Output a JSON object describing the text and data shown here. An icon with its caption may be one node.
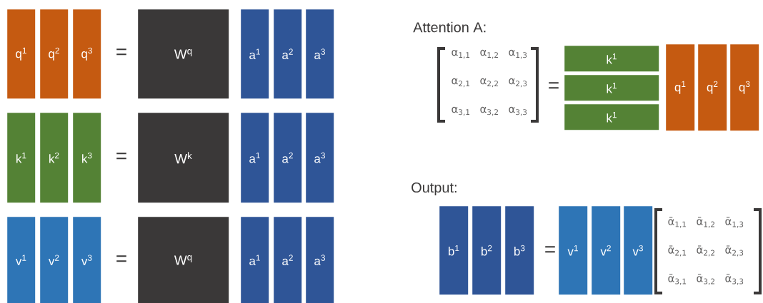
{
  "diagram": {
    "nodes": [
      {
        "text": [
          "q$^{1}$"
        ]
      },
      {
        "text": [
          "q$^{2}$"
        ]
      },
      {
        "text": [
          "q$^{3}$"
        ]
      },
      {
        "text": [
          "W$^{q}$"
        ]
      },
      {
        "text": [
          "a$^{1}$"
        ]
      },
      {
        "text": [
          "a$^{2}$"
        ]
      },
      {
        "text": [
          "a$^{3}$"
        ]
      },
      {
        "text": [
          "k$^{1}$"
        ]
      },
      {
        "text": [
          "k$^{2}$"
        ]
      },
      {
        "text": [
          "k$^{3}$"
        ]
      },
      {
        "text": [
          "W$^{k}$"
        ]
      },
      {
        "text": [
          "a$^{1}$"
        ]
      },
      {
        "text": [
          "a$^{2}$"
        ]
      },
      {
        "text": [
          "a$^{3}$"
        ]
      },
      {
        "text": [
          "v$^{1}$"
        ]
      },
      {
        "text": [
          "v$^{2}$"
        ]
      },
      {
        "text": [
          "v$^{3}$"
        ]
      },
      {
        "text": [
          "W$^{q}$"
        ]
      },
      {
        "text": [
          "a$^{1}$"
        ]
      },
      {
        "text": [
          "a$^{2}$"
        ]
      },
      {
        "text": [
          "a$^{3}$"
        ]
      },
      {
        "text": [
          "k$^{1}$"
        ]
      },
      {
        "text": [
          "k$^{1}$"
        ]
      },
      {
        "text": [
          "k$^{1}$"
        ]
      },
      {
        "text": [
          "q$^{1}$"
        ]
      },
      {
        "text": [
          "q$^{2}$"
        ]
      },
      {
        "text": [
          "q$^{3}$"
        ]
      },
      {
        "text": [
          "b$^{1}$"
        ]
      },
      {
        "text": [
          "b$^{2}$"
        ]
      },
      {
        "text": [
          "b$^{3}$"
        ]
      },
      {
        "text": [
          "v$^{1}$"
        ]
      },
      {
        "text": [
          "v$^{2}$"
        ]
      },
      {
        "text": [
          "v$^{3}$"
        ]
      }
    ],
    "labels": [
      "=",
      "=",
      "=",
      "Attention A:",
      "α$_{1,1}$",
      "α$_{1,2}$",
      "α$_{1,3}$",
      "α$_{2,1}$",
      "α$_{2,2}$",
      "α$_{2,3}$",
      "α$_{3,1}$",
      "α$_{3,2}$",
      "α$_{3,3}$",
      "=",
      "Output:",
      "=",
      "ᾱ$_{1,1}$",
      "ᾱ$_{1,2}$",
      "ᾱ$_{1,3}$",
      "ᾱ$_{2,1}$",
      "ᾱ$_{2,2}$",
      "ᾱ$_{2,3}$",
      "ᾱ$_{3,1}$",
      "ᾱ$_{3,2}$",
      "ᾱ$_{3,3}$"
    ]
  }
}
